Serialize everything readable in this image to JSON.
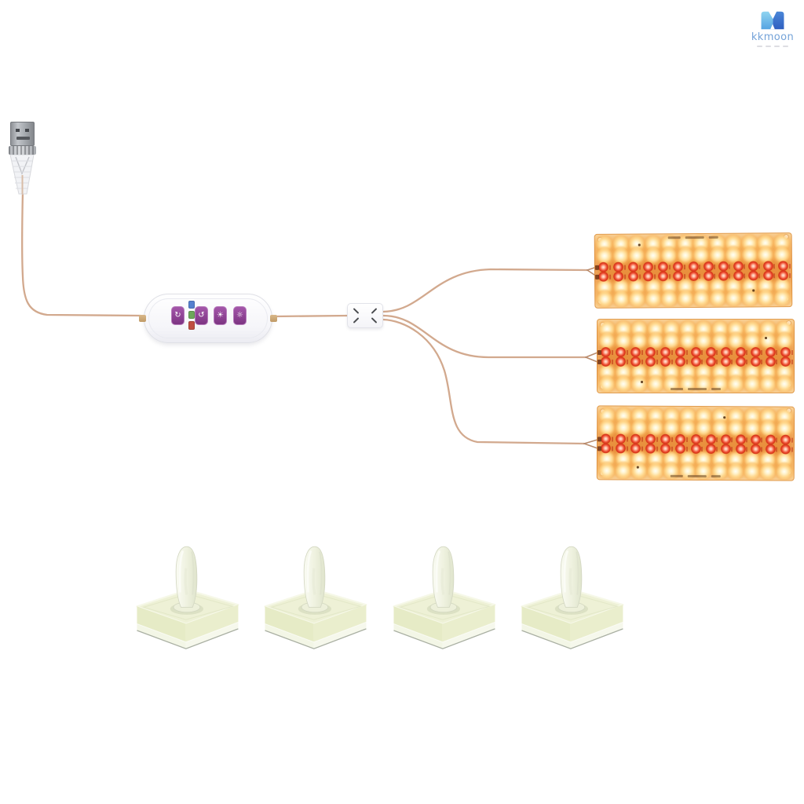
{
  "page": {
    "background": "#ffffff",
    "subject": "USB LED grow light kit: USB plug, inline remote controller, 1-to-3 splitter, three glowing LED panels, four adhesive mounting standoffs"
  },
  "brand": {
    "name": "kkmoon",
    "logo_left_color": "#7cc5ec",
    "logo_right_color": "#3d6fd0",
    "text_color": "#73a2d8"
  },
  "usb": {
    "type": "usb-a-plug",
    "metal_color": "#a6a9ae"
  },
  "cable": {
    "color": "#d2a98e"
  },
  "controller": {
    "body_color": "#fbfbfd",
    "button_color": "#8b3d92",
    "buttons": [
      {
        "name": "power-cycle-button",
        "icon": "cycle-arrow-icon",
        "glyph": "↻"
      },
      {
        "name": "mode-button",
        "icon": "mode-loop-icon",
        "glyph": "↺"
      },
      {
        "name": "brightness-up-button",
        "icon": "sun-bright-icon",
        "glyph": "☀"
      },
      {
        "name": "brightness-down-button",
        "icon": "sun-dim-icon",
        "glyph": "☼"
      }
    ],
    "indicators": [
      {
        "name": "timer-indicator-blue",
        "color": "#5580cf"
      },
      {
        "name": "timer-indicator-green",
        "color": "#6da75a"
      },
      {
        "name": "timer-indicator-red",
        "color": "#c04e42"
      }
    ]
  },
  "splitter": {
    "ports_in": 1,
    "ports_out": 3,
    "body_color": "#fdfdff"
  },
  "panels": {
    "count": 3,
    "board_color": "#ec9c49",
    "warm_led_color": "#ffd98f",
    "red_led_color": "#d63418",
    "warm_columns": 12,
    "warm_row_positions_pct": [
      13,
      29,
      72,
      88
    ],
    "red_columns": 13,
    "red_row_positions_pct": [
      45,
      58
    ],
    "corner_holes": 4
  },
  "stands": {
    "count": 4,
    "color": "#edf0d8"
  }
}
